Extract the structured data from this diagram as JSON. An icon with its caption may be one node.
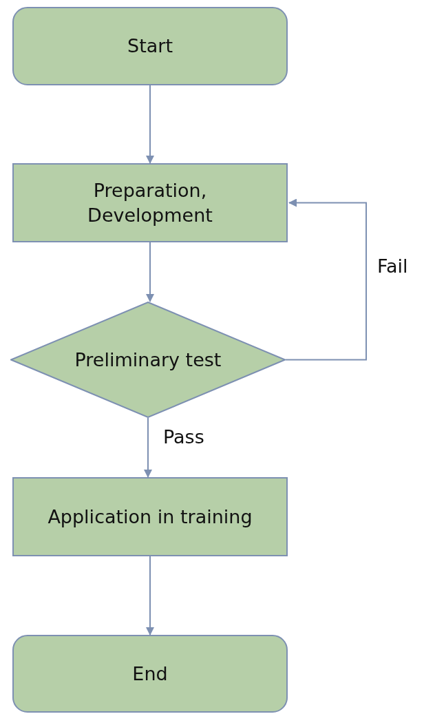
{
  "diagram": {
    "nodes": [
      {
        "text": [
          "Start"
        ]
      },
      {
        "text": [
          "Preparation, Development"
        ]
      },
      {
        "text": [
          "Preliminary test"
        ]
      },
      {
        "text": [
          "Application in training"
        ]
      },
      {
        "text": [
          "End"
        ]
      }
    ],
    "edges": [
      {
        "from": 0,
        "to": 1,
        "arrow": "to"
      },
      {
        "from": 1,
        "to": 2,
        "arrow": "to"
      },
      {
        "from": 2,
        "to": 1,
        "arrow": "to",
        "label": "Fail"
      },
      {
        "from": 2,
        "to": 3,
        "arrow": "to",
        "label": "Pass"
      },
      {
        "from": 3,
        "to": 4,
        "arrow": "to"
      }
    ]
  }
}
